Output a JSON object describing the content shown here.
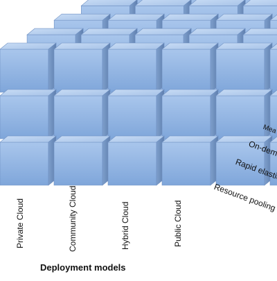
{
  "cube_colors": {
    "front_light": "#a9c6ec",
    "front_dark": "#7fa6da",
    "top_light": "#c8dcf5",
    "top_dark": "#a7c3e8",
    "side_light": "#7e9fcc",
    "side_dark": "#5f7fae",
    "edge": "#6f90c2"
  },
  "deployment_models": {
    "title": "Deployment models",
    "items": [
      "Private Cloud",
      "Community Cloud",
      "Hybrid Cloud",
      "Public Cloud"
    ]
  },
  "characteristics": {
    "items": [
      "Resource pooling",
      "Rapid elasticity",
      "On-dem",
      "Mea"
    ]
  }
}
